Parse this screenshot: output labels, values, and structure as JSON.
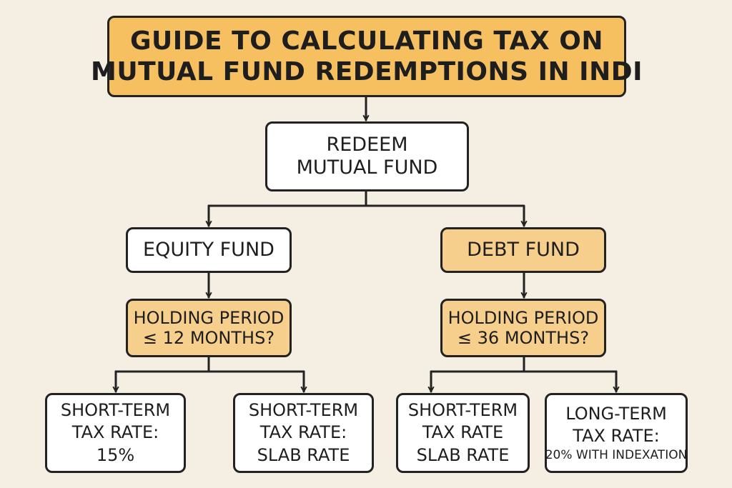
{
  "title": {
    "line1": "GUIDE TO CALCULATING TAX ON",
    "line2": "MUTUAL FUND REDEMPTIONS IN INDI"
  },
  "redeem": {
    "line1": "REDEEM",
    "line2": "MUTUAL FUND"
  },
  "equity": {
    "label": "EQUITY FUND",
    "question_line1": "HOLDING PERIOD",
    "question_line2": "≤ 12 MONTHS?",
    "left": {
      "line1": "SHORT-TERM",
      "line2": "TAX RATE:",
      "line3": "15%"
    },
    "right": {
      "line1": "SHORT-TERM",
      "line2": "TAX RATE:",
      "line3": "SLAB RATE"
    }
  },
  "debt": {
    "label": "DEBT FUND",
    "question_line1": "HOLDING PERIOD",
    "question_line2": "≤ 36 MONTHS?",
    "left": {
      "line1": "SHORT-TERM",
      "line2": "TAX RATE",
      "line3": "SLAB RATE"
    },
    "right": {
      "line1": "LONG-TERM",
      "line2": "TAX RATE:",
      "line3": "20% WITH INDEXATION"
    }
  },
  "colors": {
    "background": "#f5efe3",
    "title_fill": "#f6bf60",
    "highlight_fill": "#f7cf8c",
    "plain_fill": "#ffffff",
    "stroke": "#222222"
  }
}
